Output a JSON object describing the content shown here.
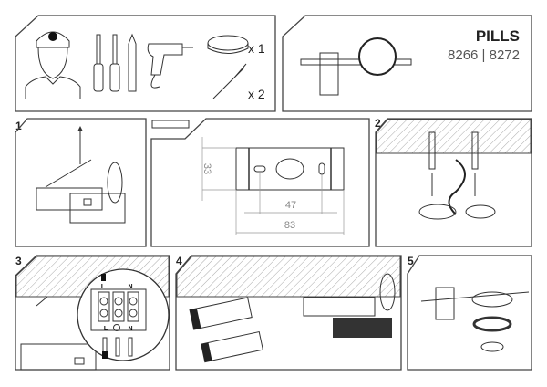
{
  "title": {
    "name": "PILLS",
    "codes": "8266 | 8272"
  },
  "contents": {
    "fixture_qty": "x 1",
    "anchor_qty": "x 2"
  },
  "dimensions": {
    "height": "33",
    "hole_spacing": "47",
    "width": "83"
  },
  "steps": [
    "1",
    "2",
    "3",
    "4",
    "5"
  ],
  "terminals": {
    "live": "L",
    "neutral": "N"
  }
}
